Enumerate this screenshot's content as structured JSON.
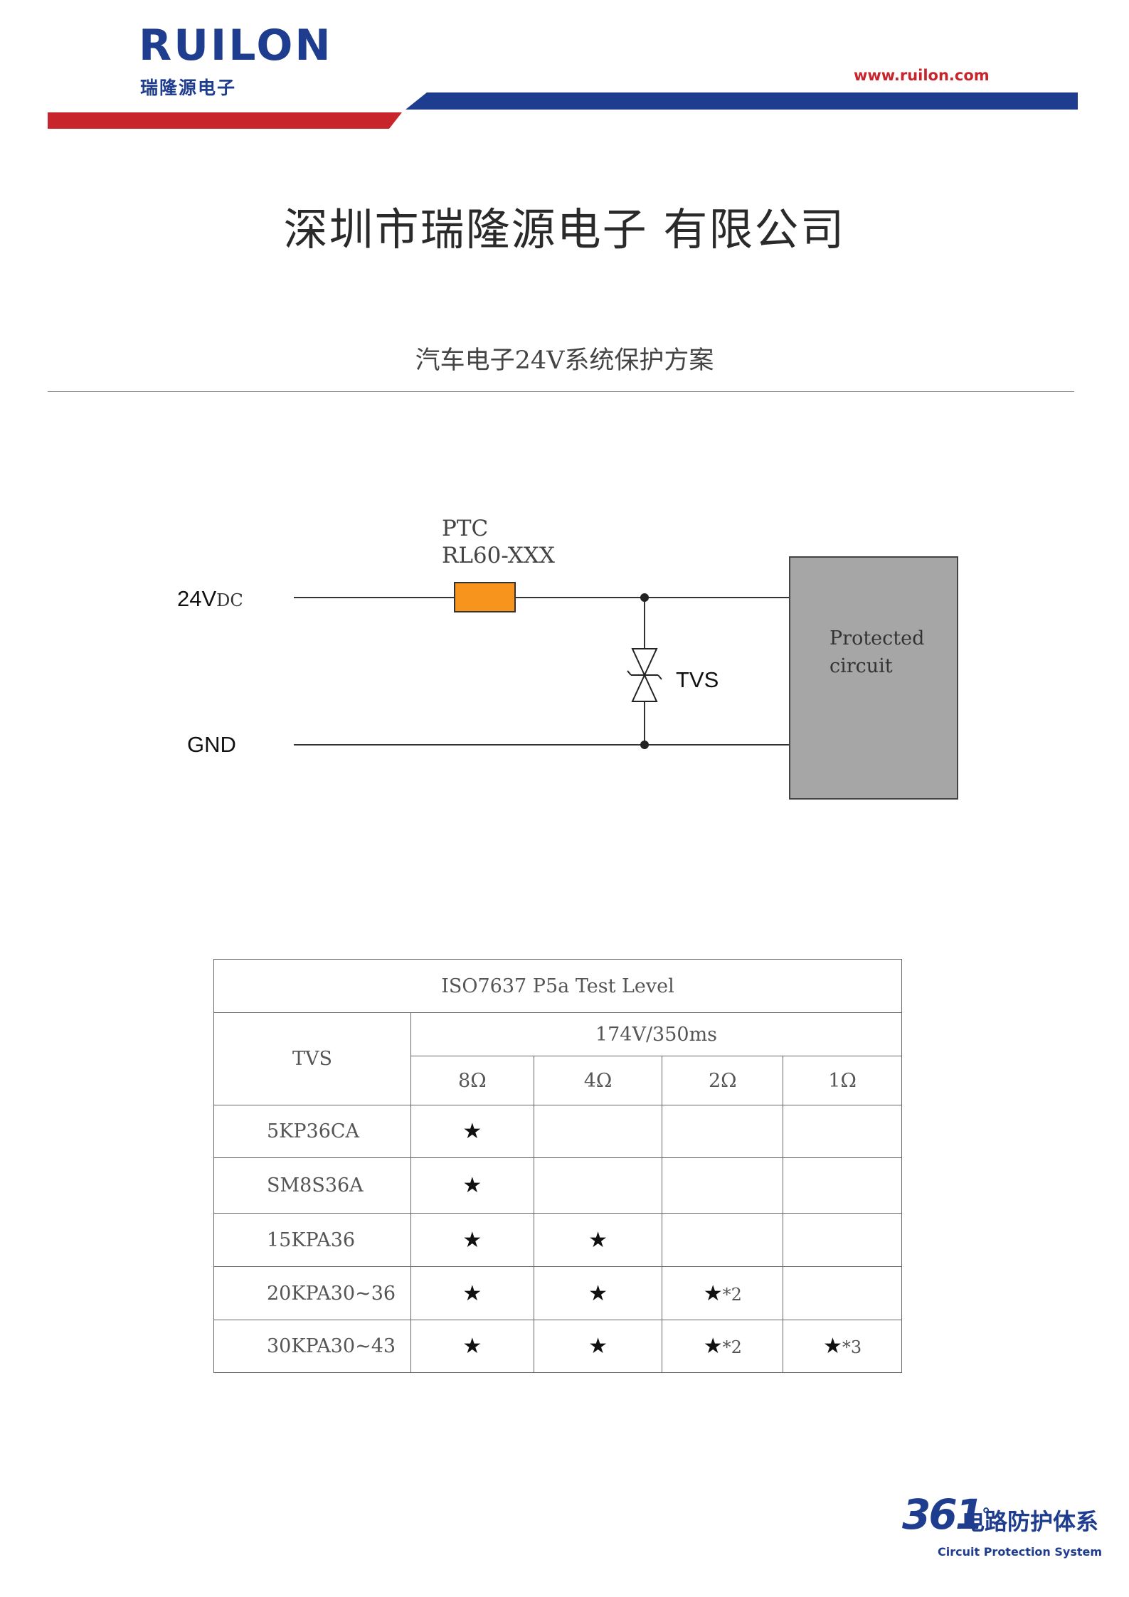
{
  "header": {
    "logo_text": "RUILON",
    "logo_subtitle": "瑞隆源电子",
    "website": "www.ruilon.com",
    "colors": {
      "brand_blue": "#1f3d8f",
      "brand_red": "#c8242b"
    }
  },
  "company_name": "深圳市瑞隆源电子 有限公司",
  "document_title": "汽车电子24V系统保护方案",
  "circuit": {
    "supply_label": "24V",
    "supply_sub": "DC",
    "gnd_label": "GND",
    "ptc_label": "PTC",
    "ptc_part": "RL60-XXX",
    "tvs_label": "TVS",
    "protected_line1": "Protected",
    "protected_line2": "circuit",
    "colors": {
      "ptc_fill": "#f7941d",
      "box_fill": "#a6a6a6"
    }
  },
  "table": {
    "title": "ISO7637  P5a Test Level",
    "row_header": "TVS",
    "condition": "174V/350ms",
    "loads": [
      "8Ω",
      "4Ω",
      "2Ω",
      "1Ω"
    ],
    "star_symbol": "★",
    "rows": [
      {
        "part": "5KP36CA",
        "cells": [
          "★",
          "",
          "",
          ""
        ]
      },
      {
        "part": "SM8S36A",
        "cells": [
          "★",
          "",
          "",
          ""
        ]
      },
      {
        "part": "15KPA36",
        "cells": [
          "★",
          "★",
          "",
          ""
        ]
      },
      {
        "part": "20KPA30~36",
        "cells": [
          "★",
          "★",
          "★*2",
          ""
        ]
      },
      {
        "part": "30KPA30~43",
        "cells": [
          "★",
          "★",
          "★*2",
          "★*3"
        ]
      }
    ]
  },
  "footer": {
    "number": "361",
    "degree": "°",
    "cn_text": "电路防护体系",
    "en_text": "Circuit Protection System"
  }
}
